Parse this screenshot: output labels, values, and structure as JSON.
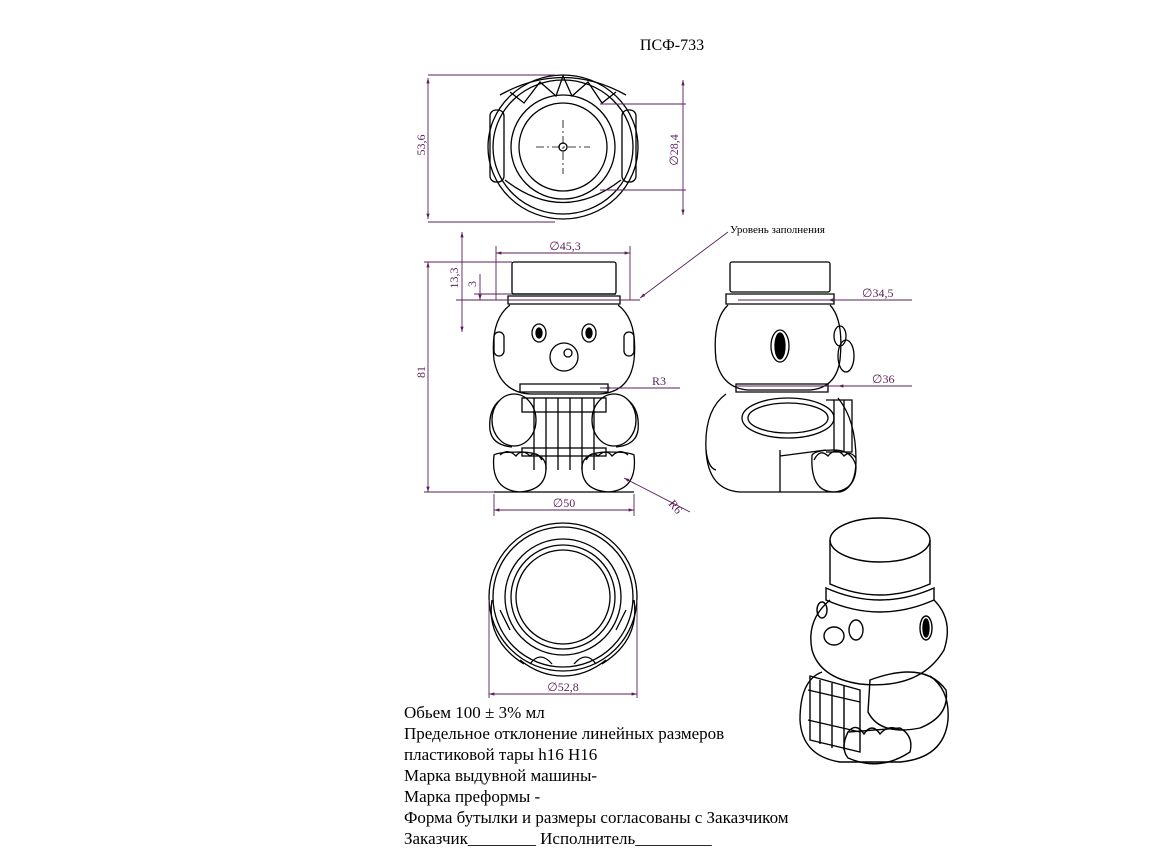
{
  "title": "ПСФ-733",
  "fill_level_label": "Уровень заполнения",
  "dimensions": {
    "top_height": "53,6",
    "top_diameter": "28,4",
    "neck_diameter": "45,3",
    "neck_height": "13,3",
    "neck_step": "3",
    "total_height": "81",
    "radius_r3": "R3",
    "base_width": "50",
    "radius_r6": "R6",
    "side_diameter_upper": "34,5",
    "side_diameter_lower": "36",
    "bottom_diameter": "52,8"
  },
  "diameter_symbol": "∅",
  "spec": {
    "volume": "Обьем  100  ±  3% мл",
    "tolerance_line1": "Предельное отклонение линейных размеров",
    "tolerance_line2": "пластиковой тары h16 H16",
    "machine_mark": "Марка выдувной машины-",
    "preform_mark": "Марка преформы -",
    "agreement": "Форма бутылки и размеры согласованы с Заказчиком",
    "signatures": "Заказчик________  Исполнитель_________"
  },
  "colors": {
    "line": "#000000",
    "dimension": "#5a1f5a"
  }
}
